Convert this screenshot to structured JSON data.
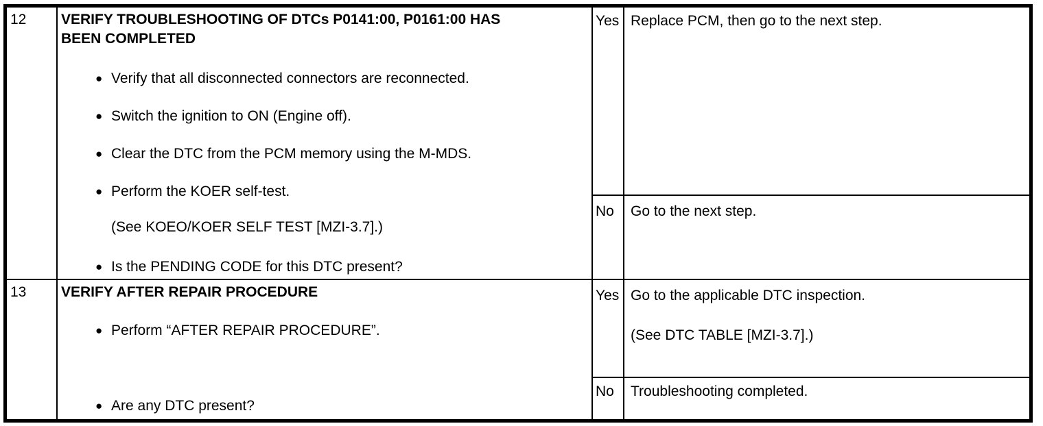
{
  "table": {
    "rows": [
      {
        "step": "12",
        "action": {
          "title_lines": [
            "VERIFY TROUBLESHOOTING OF DTCs P0141:00, P0161:00 HAS",
            "BEEN COMPLETED"
          ],
          "items": [
            {
              "type": "bullet",
              "text": "Verify that all disconnected connectors are reconnected."
            },
            {
              "type": "bullet",
              "text": "Switch the ignition to ON (Engine off)."
            },
            {
              "type": "bullet",
              "text": "Clear the DTC from the PCM memory using the M-MDS."
            },
            {
              "type": "bullet",
              "text": "Perform the KOER self-test."
            },
            {
              "type": "note",
              "text": "(See KOEO/KOER SELF TEST [MZI-3.7].)"
            },
            {
              "type": "bullet",
              "text": "Is the PENDING CODE for this DTC present?"
            }
          ]
        },
        "results": [
          {
            "answer": "Yes",
            "lines": [
              "Replace PCM, then go to the next step."
            ]
          },
          {
            "answer": "No",
            "lines": [
              "Go to the next step."
            ]
          }
        ]
      },
      {
        "step": "13",
        "action": {
          "title_lines": [
            "VERIFY AFTER REPAIR PROCEDURE"
          ],
          "items": [
            {
              "type": "bullet",
              "text": "Perform “AFTER REPAIR PROCEDURE”."
            },
            {
              "type": "bullet",
              "text": "Are any DTC present?"
            }
          ]
        },
        "results": [
          {
            "answer": "Yes",
            "lines": [
              "Go to the applicable DTC inspection.",
              "(See DTC TABLE [MZI-3.7].)"
            ]
          },
          {
            "answer": "No",
            "lines": [
              "Troubleshooting completed."
            ]
          }
        ]
      }
    ],
    "colors": {
      "text": "#000000",
      "border": "#000000",
      "background": "#ffffff"
    }
  }
}
